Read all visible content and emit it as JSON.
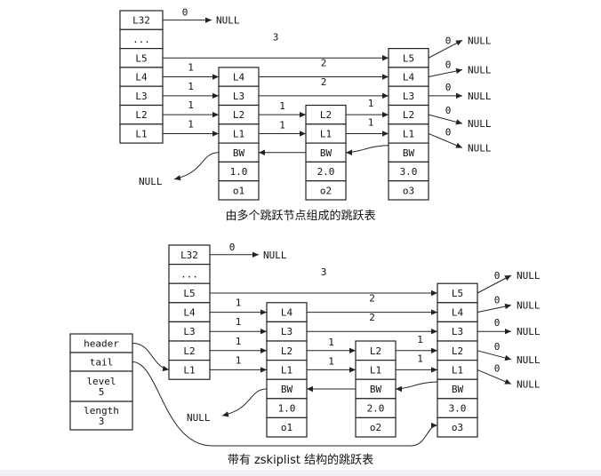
{
  "captions": {
    "top": "由多个跳跃节点组成的跳跃表",
    "bottom": "带有 zskiplist 结构的跳跃表"
  },
  "null_label": "NULL",
  "colors": {
    "stroke": "#222222",
    "text": "#111111",
    "background": "#ffffff"
  },
  "diagram_top": {
    "header_levels": [
      "L32",
      "...",
      "L5",
      "L4",
      "L3",
      "L2",
      "L1"
    ],
    "nodes": [
      {
        "levels": [
          "L4",
          "L3",
          "L2",
          "L1"
        ],
        "backward": "BW",
        "score": "1.0",
        "obj": "o1"
      },
      {
        "levels": [
          "L2",
          "L1"
        ],
        "backward": "BW",
        "score": "2.0",
        "obj": "o2"
      },
      {
        "levels": [
          "L5",
          "L4",
          "L3",
          "L2",
          "L1"
        ],
        "backward": "BW",
        "score": "3.0",
        "obj": "o3"
      }
    ],
    "header_spans": {
      "L32": "0",
      "L5": "3",
      "L4": "1",
      "L3": "1",
      "L2": "1",
      "L1": "1"
    },
    "node1_spans": {
      "L4": "2",
      "L3": "2",
      "L2": "1",
      "L1": "1"
    },
    "node2_spans": {
      "L2": "1",
      "L1": "1"
    },
    "node3_spans": {
      "L5": "0",
      "L4": "0",
      "L3": "0",
      "L2": "0",
      "L1": "0"
    }
  },
  "diagram_bottom": {
    "list": [
      "header",
      "tail",
      "level\n5",
      "length\n3"
    ],
    "header_levels": [
      "L32",
      "...",
      "L5",
      "L4",
      "L3",
      "L2",
      "L1"
    ],
    "nodes": [
      {
        "levels": [
          "L4",
          "L3",
          "L2",
          "L1"
        ],
        "backward": "BW",
        "score": "1.0",
        "obj": "o1"
      },
      {
        "levels": [
          "L2",
          "L1"
        ],
        "backward": "BW",
        "score": "2.0",
        "obj": "o2"
      },
      {
        "levels": [
          "L5",
          "L4",
          "L3",
          "L2",
          "L1"
        ],
        "backward": "BW",
        "score": "3.0",
        "obj": "o3"
      }
    ],
    "header_spans": {
      "L32": "0",
      "L5": "3",
      "L4": "1",
      "L3": "1",
      "L2": "1",
      "L1": "1"
    },
    "node1_spans": {
      "L4": "2",
      "L3": "2",
      "L2": "1",
      "L1": "1"
    },
    "node2_spans": {
      "L2": "1",
      "L1": "1"
    },
    "node3_spans": {
      "L5": "0",
      "L4": "0",
      "L3": "0",
      "L2": "0",
      "L1": "0"
    }
  }
}
